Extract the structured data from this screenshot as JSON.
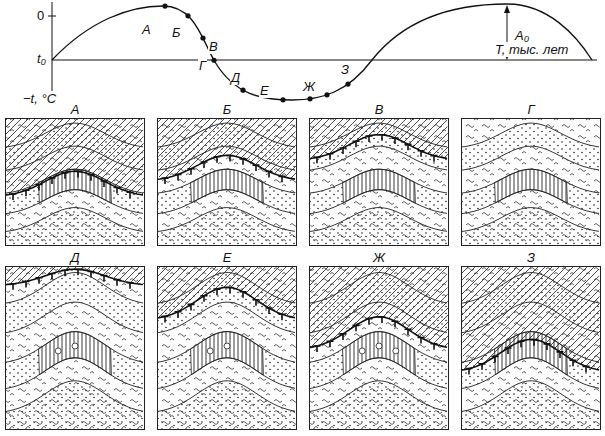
{
  "diagram": {
    "nodes": [
      {
        "text": [
          "А"
        ]
      },
      {
        "text": [
          "Б"
        ]
      },
      {
        "text": [
          "В"
        ]
      },
      {
        "text": [
          "Г"
        ]
      },
      {
        "text": [
          "Д"
        ]
      },
      {
        "text": [
          "Е"
        ]
      },
      {
        "text": [
          "Ж"
        ]
      },
      {
        "text": [
          "З"
        ]
      }
    ],
    "labels": [
      "0",
      "t₀",
      "−t, °C",
      "А",
      "Б",
      "В",
      "Г",
      "Д",
      "Е",
      "Ж",
      "З",
      "A₀",
      "T, тыс. лет"
    ]
  }
}
